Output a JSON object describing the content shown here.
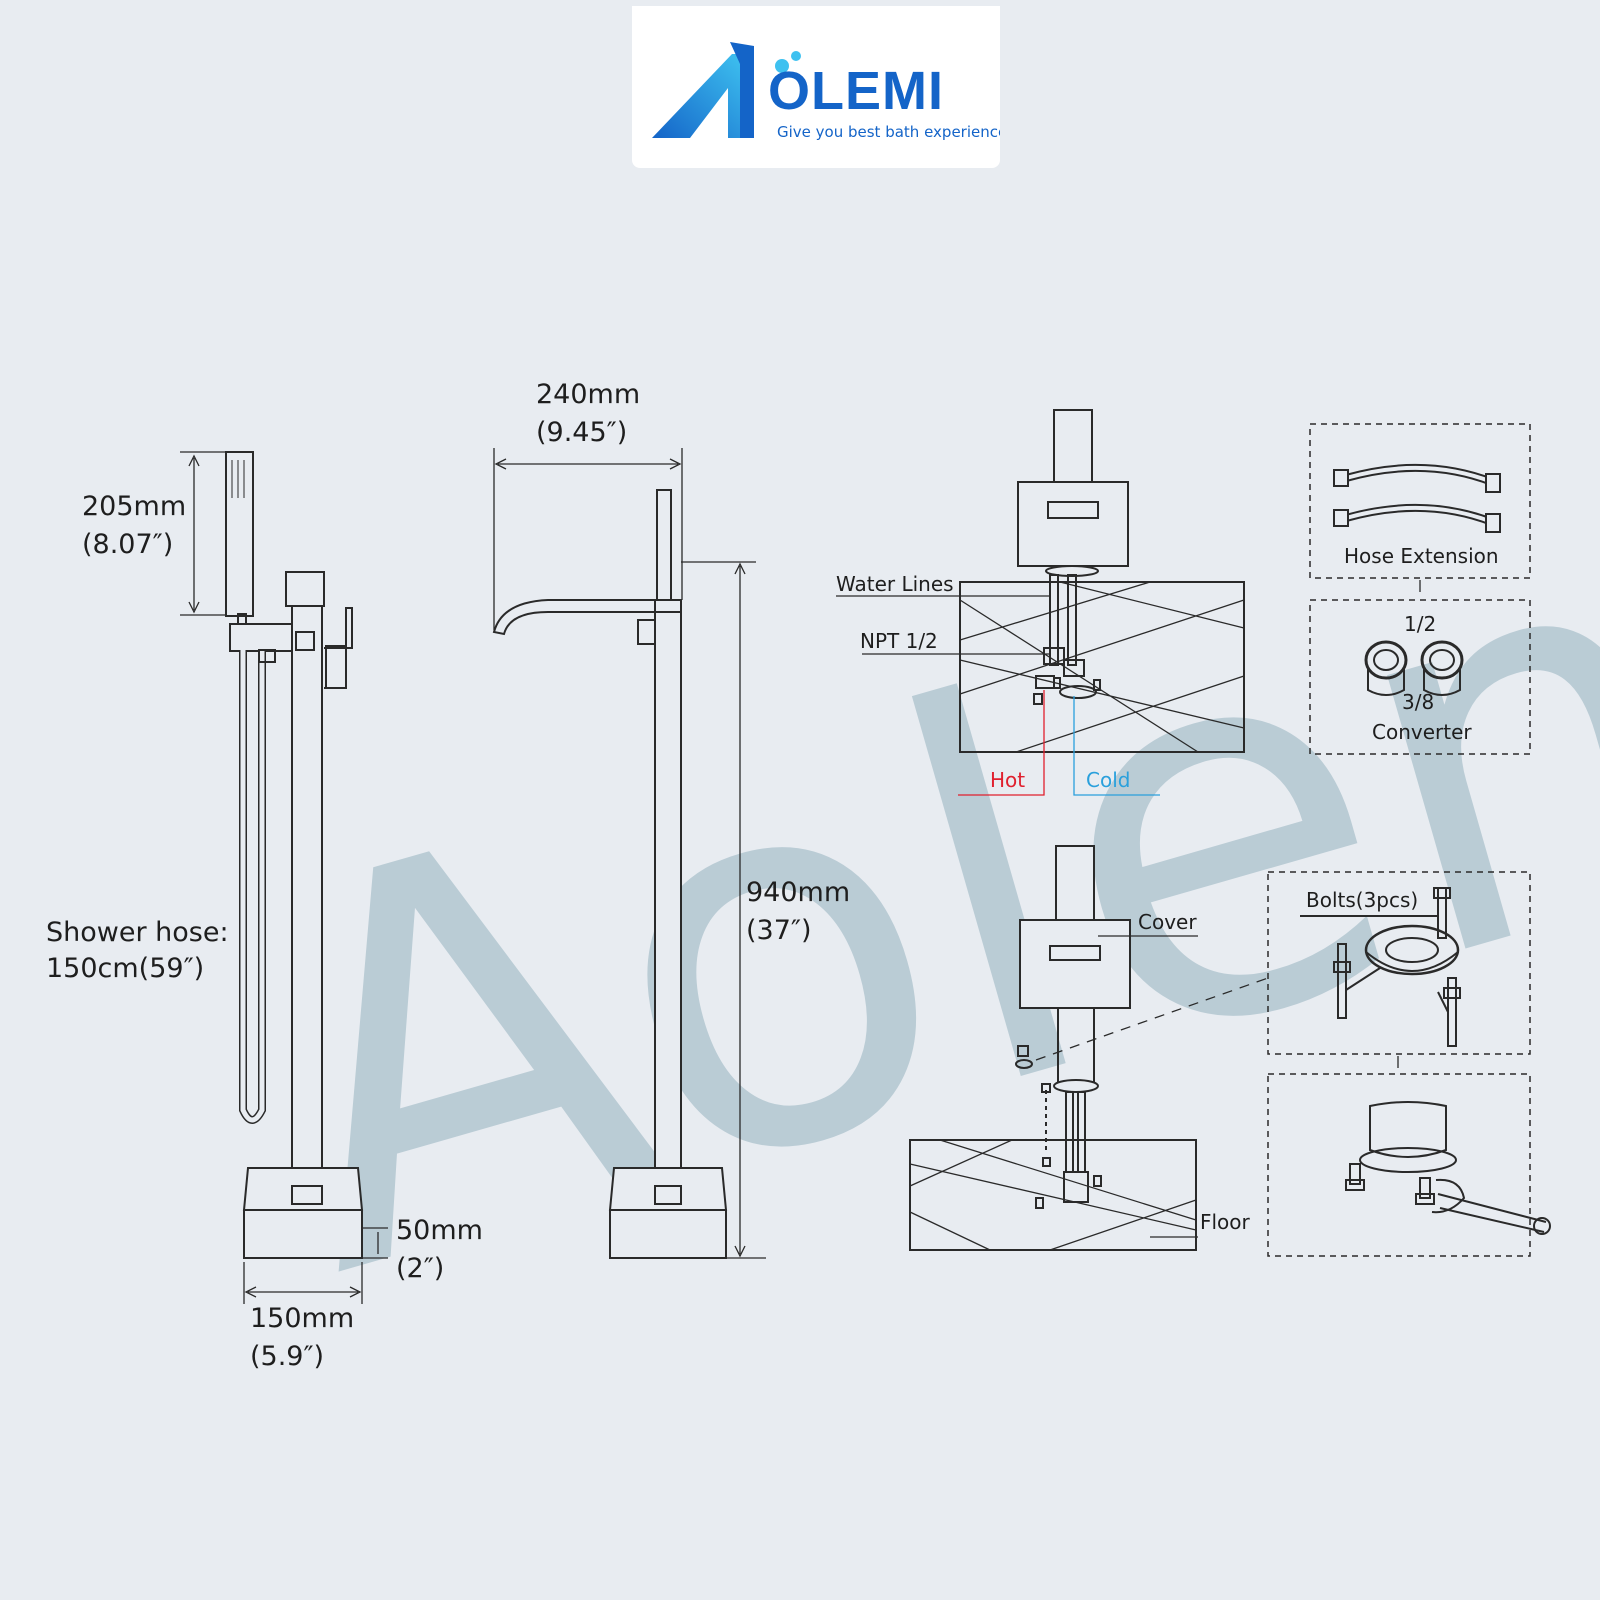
{
  "brand": {
    "name": "AOLEMI",
    "tagline": "Give you best bath experience",
    "colors": {
      "primary": "#1a6fd0",
      "light": "#3ec1f0"
    }
  },
  "watermark": {
    "text": "Aolemi",
    "color": "#b3c7d1"
  },
  "dimensions": {
    "handshower_height": {
      "mm": "205mm",
      "inch": "(8.07″)"
    },
    "spout_reach": {
      "mm": "240mm",
      "inch": "(9.45″)"
    },
    "total_height": {
      "mm": "940mm",
      "inch": "(37″)"
    },
    "base_height": {
      "mm": "50mm",
      "inch": "(2″)"
    },
    "base_width": {
      "mm": "150mm",
      "inch": "(5.9″)"
    },
    "shower_hose": {
      "label": "Shower hose:",
      "value": "150cm(59″)"
    }
  },
  "install_top": {
    "water_lines": "Water Lines",
    "npt": "NPT 1/2",
    "hot": "Hot",
    "cold": "Cold",
    "colors": {
      "hot": "#e0202e",
      "cold": "#2aa0dc"
    }
  },
  "install_bottom": {
    "cover": "Cover",
    "floor": "Floor"
  },
  "accessories": {
    "hose_extension": "Hose Extension",
    "converter_top": "1/2",
    "converter_bottom": "3/8",
    "converter": "Converter",
    "bolts": "Bolts(3pcs)"
  }
}
